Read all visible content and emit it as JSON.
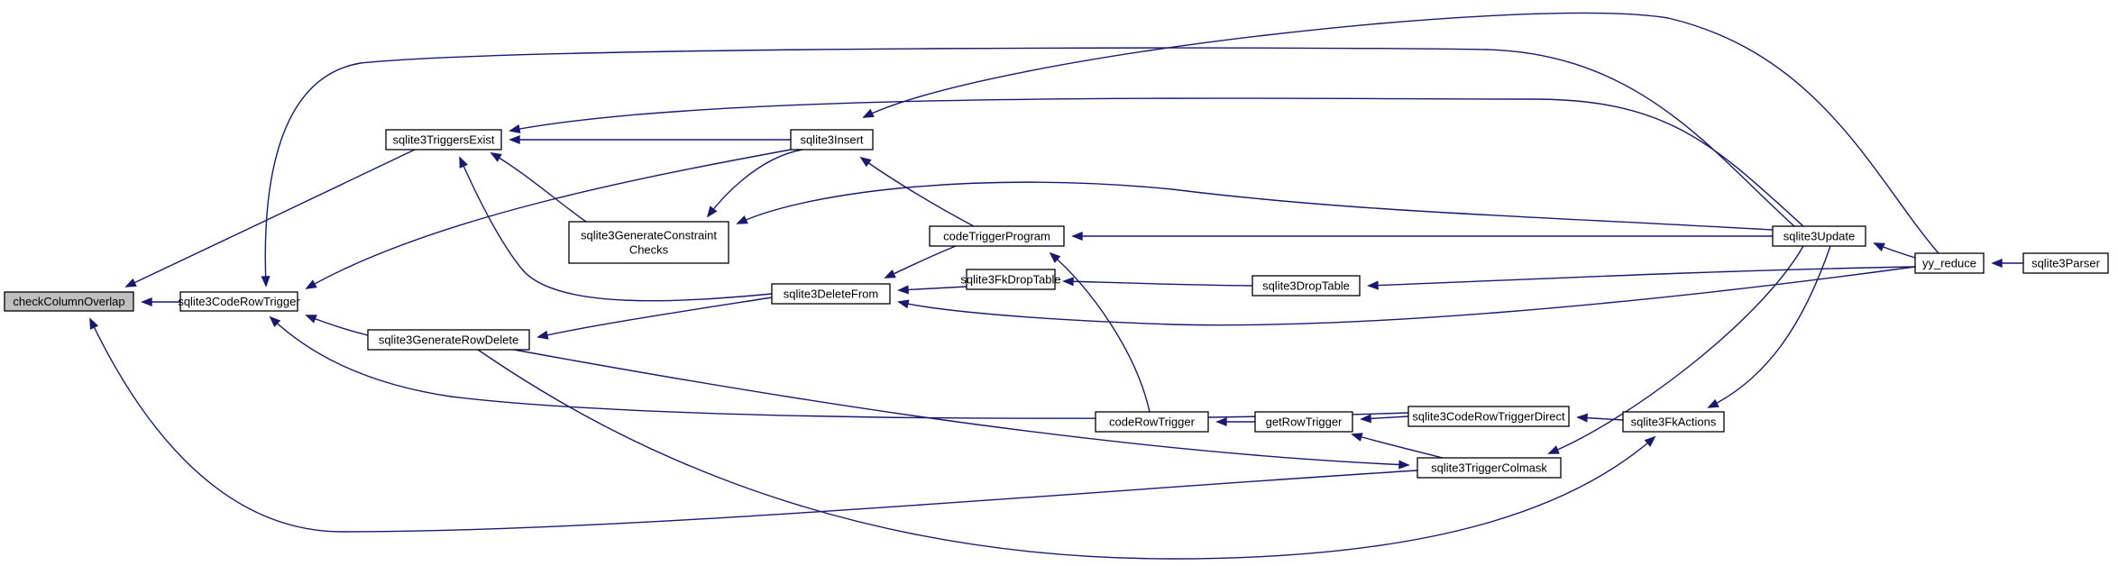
{
  "colors": {
    "edge": "#191970",
    "node_fill": "#ffffff",
    "highlight_fill": "#bfbfbf",
    "node_border": "#000000"
  },
  "nodes": [
    {
      "id": "checkColumnOverlap",
      "lines": [
        "checkColumnOverlap"
      ],
      "highlight": true
    },
    {
      "id": "sqlite3CodeRowTrigger",
      "lines": [
        "sqlite3CodeRowTrigger"
      ]
    },
    {
      "id": "sqlite3TriggersExist",
      "lines": [
        "sqlite3TriggersExist"
      ]
    },
    {
      "id": "sqlite3GenerateRowDelete",
      "lines": [
        "sqlite3GenerateRowDelete"
      ]
    },
    {
      "id": "sqlite3GenerateConstraintChecks",
      "lines": [
        "sqlite3GenerateConstraint",
        "Checks"
      ]
    },
    {
      "id": "sqlite3Insert",
      "lines": [
        "sqlite3Insert"
      ]
    },
    {
      "id": "sqlite3DeleteFrom",
      "lines": [
        "sqlite3DeleteFrom"
      ]
    },
    {
      "id": "codeTriggerProgram",
      "lines": [
        "codeTriggerProgram"
      ]
    },
    {
      "id": "sqlite3FkDropTable",
      "lines": [
        "sqlite3FkDropTable"
      ]
    },
    {
      "id": "codeRowTrigger",
      "lines": [
        "codeRowTrigger"
      ]
    },
    {
      "id": "getRowTrigger",
      "lines": [
        "getRowTrigger"
      ]
    },
    {
      "id": "sqlite3DropTable",
      "lines": [
        "sqlite3DropTable"
      ]
    },
    {
      "id": "sqlite3CodeRowTriggerDirect",
      "lines": [
        "sqlite3CodeRowTriggerDirect"
      ]
    },
    {
      "id": "sqlite3TriggerColmask",
      "lines": [
        "sqlite3TriggerColmask"
      ]
    },
    {
      "id": "sqlite3Update",
      "lines": [
        "sqlite3Update"
      ]
    },
    {
      "id": "sqlite3FkActions",
      "lines": [
        "sqlite3FkActions"
      ]
    },
    {
      "id": "yy_reduce",
      "lines": [
        "yy_reduce"
      ]
    },
    {
      "id": "sqlite3Parser",
      "lines": [
        "sqlite3Parser"
      ]
    }
  ],
  "edges": [
    {
      "from": "sqlite3CodeRowTrigger",
      "to": "checkColumnOverlap"
    },
    {
      "from": "sqlite3TriggersExist",
      "to": "checkColumnOverlap"
    },
    {
      "from": "sqlite3TriggerColmask",
      "to": "checkColumnOverlap"
    },
    {
      "from": "sqlite3Insert",
      "to": "sqlite3CodeRowTrigger"
    },
    {
      "from": "sqlite3GenerateRowDelete",
      "to": "sqlite3CodeRowTrigger"
    },
    {
      "from": "sqlite3Update",
      "to": "sqlite3CodeRowTrigger"
    },
    {
      "from": "sqlite3CodeRowTriggerDirect",
      "to": "sqlite3CodeRowTrigger"
    },
    {
      "from": "sqlite3Insert",
      "to": "sqlite3TriggersExist"
    },
    {
      "from": "sqlite3GenerateConstraintChecks",
      "to": "sqlite3TriggersExist"
    },
    {
      "from": "sqlite3DeleteFrom",
      "to": "sqlite3TriggersExist"
    },
    {
      "from": "sqlite3Update",
      "to": "sqlite3TriggersExist"
    },
    {
      "from": "sqlite3DeleteFrom",
      "to": "sqlite3GenerateRowDelete"
    },
    {
      "from": "sqlite3Insert",
      "to": "sqlite3GenerateConstraintChecks"
    },
    {
      "from": "sqlite3Update",
      "to": "sqlite3GenerateConstraintChecks"
    },
    {
      "from": "yy_reduce",
      "to": "sqlite3Insert"
    },
    {
      "from": "codeTriggerProgram",
      "to": "sqlite3Insert"
    },
    {
      "from": "codeTriggerProgram",
      "to": "sqlite3DeleteFrom"
    },
    {
      "from": "sqlite3FkDropTable",
      "to": "sqlite3DeleteFrom"
    },
    {
      "from": "yy_reduce",
      "to": "sqlite3DeleteFrom"
    },
    {
      "from": "sqlite3Update",
      "to": "codeTriggerProgram"
    },
    {
      "from": "codeRowTrigger",
      "to": "codeTriggerProgram"
    },
    {
      "from": "sqlite3DropTable",
      "to": "sqlite3FkDropTable"
    },
    {
      "from": "yy_reduce",
      "to": "sqlite3DropTable"
    },
    {
      "from": "getRowTrigger",
      "to": "codeRowTrigger"
    },
    {
      "from": "sqlite3CodeRowTriggerDirect",
      "to": "getRowTrigger"
    },
    {
      "from": "sqlite3TriggerColmask",
      "to": "getRowTrigger"
    },
    {
      "from": "sqlite3FkActions",
      "to": "sqlite3CodeRowTriggerDirect"
    },
    {
      "from": "sqlite3GenerateRowDelete",
      "to": "sqlite3TriggerColmask"
    },
    {
      "from": "sqlite3Update",
      "to": "sqlite3TriggerColmask"
    },
    {
      "from": "sqlite3GenerateRowDelete",
      "to": "sqlite3FkActions"
    },
    {
      "from": "sqlite3Update",
      "to": "sqlite3FkActions"
    },
    {
      "from": "yy_reduce",
      "to": "sqlite3Update"
    },
    {
      "from": "sqlite3Parser",
      "to": "yy_reduce"
    }
  ]
}
